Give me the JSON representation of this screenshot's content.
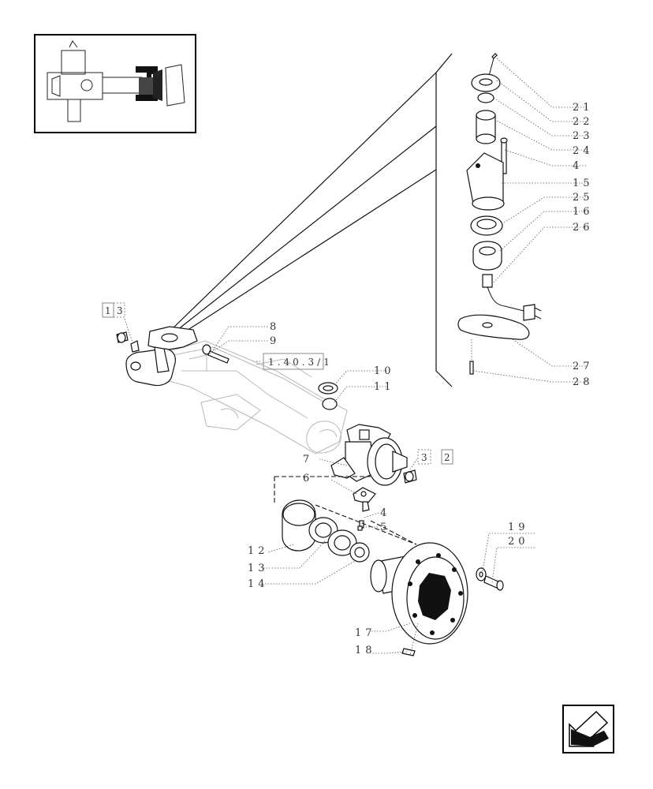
{
  "callouts": {
    "c21": "21",
    "c22": "22",
    "c23": "23",
    "c24": "24",
    "c4a": "4",
    "c15": "15",
    "c25": "25",
    "c16": "16",
    "c26": "26",
    "c27": "27",
    "c28": "28",
    "c1": "1",
    "c3a": "3",
    "c8": "8",
    "c9": "9",
    "ref": "1.40.3/1",
    "c10": "10",
    "c11": "11",
    "c7": "7",
    "c6": "6",
    "c3b": "3",
    "c2": "2",
    "c4b": "4",
    "c5": "5",
    "c19": "19",
    "c20": "20",
    "c12": "12",
    "c13": "13",
    "c14": "14",
    "c17": "17",
    "c18": "18"
  },
  "icons": {
    "thumbnail": "axle-overview-thumbnail",
    "nav": "previous-page-arrow-icon"
  }
}
